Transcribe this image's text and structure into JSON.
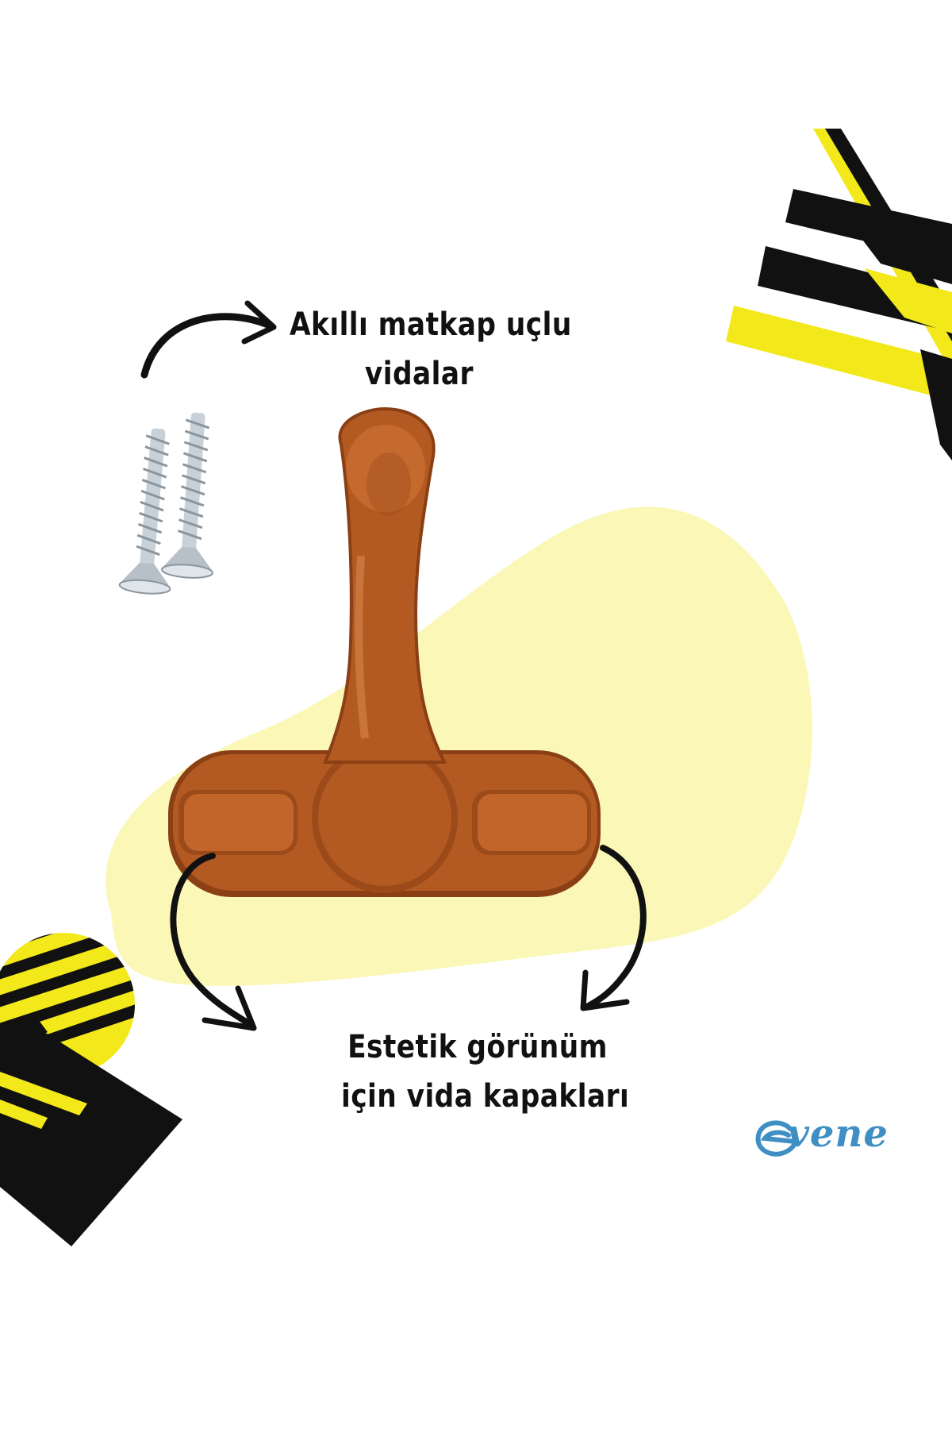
{
  "captions": {
    "screws": [
      "Akıllı matkap uçlu",
      "vidalar"
    ],
    "covers": [
      "Estetik görünüm",
      "için vida kapakları"
    ]
  },
  "brand": {
    "name": "vene",
    "icon": "e-swirl-logo-icon",
    "color": "#3f8fc4"
  },
  "colors": {
    "accent_yellow": "#f2e81a",
    "blob_yellow": "#fbf7b6",
    "stripe_black": "#111111",
    "handle_brown": "#b35a22",
    "handle_dark": "#8a3f14",
    "screw_silver": "#c9d1d8"
  },
  "icons": [
    "curved-arrow-icon",
    "screw-icon",
    "window-handle-icon",
    "stripe-pattern-icon"
  ]
}
